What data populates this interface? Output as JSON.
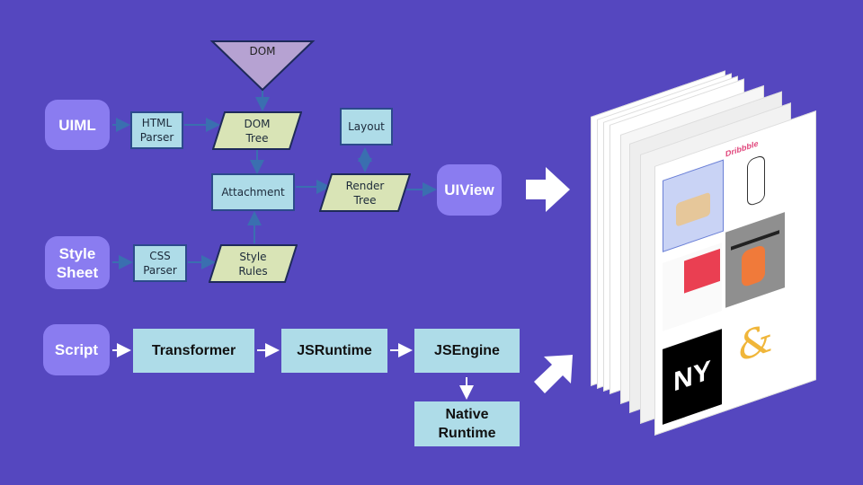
{
  "colors": {
    "background": "#5547bf",
    "pill": "#8a7cf0",
    "process_box": "#aedce8",
    "data_shape": "#d9e4b6",
    "dom_triangle": "#b6a2d2",
    "connector": "#3a6fb0"
  },
  "rendering": {
    "dom": "DOM",
    "uiml": "UIML",
    "html_parser": [
      "HTML",
      "Parser"
    ],
    "dom_tree": [
      "DOM",
      "Tree"
    ],
    "layout": "Layout",
    "attachment": "Attachment",
    "render_tree": [
      "Render",
      "Tree"
    ],
    "uiview": "UIView",
    "style_sheet": [
      "Style",
      "Sheet"
    ],
    "css_parser": [
      "CSS",
      "Parser"
    ],
    "style_rules": [
      "Style",
      "Rules"
    ]
  },
  "script_pipeline": {
    "script": "Script",
    "transformer": "Transformer",
    "jsruntime": "JSRuntime",
    "jsengine": "JSEngine",
    "native_runtime": [
      "Native",
      "Runtime"
    ]
  },
  "preview": {
    "brand": "Dribbble",
    "tile_ny": "NY",
    "tile_amp": "&"
  },
  "icons": {
    "big_arrow_right": "arrow-right-icon",
    "big_arrow_diagonal": "arrow-up-right-icon"
  }
}
